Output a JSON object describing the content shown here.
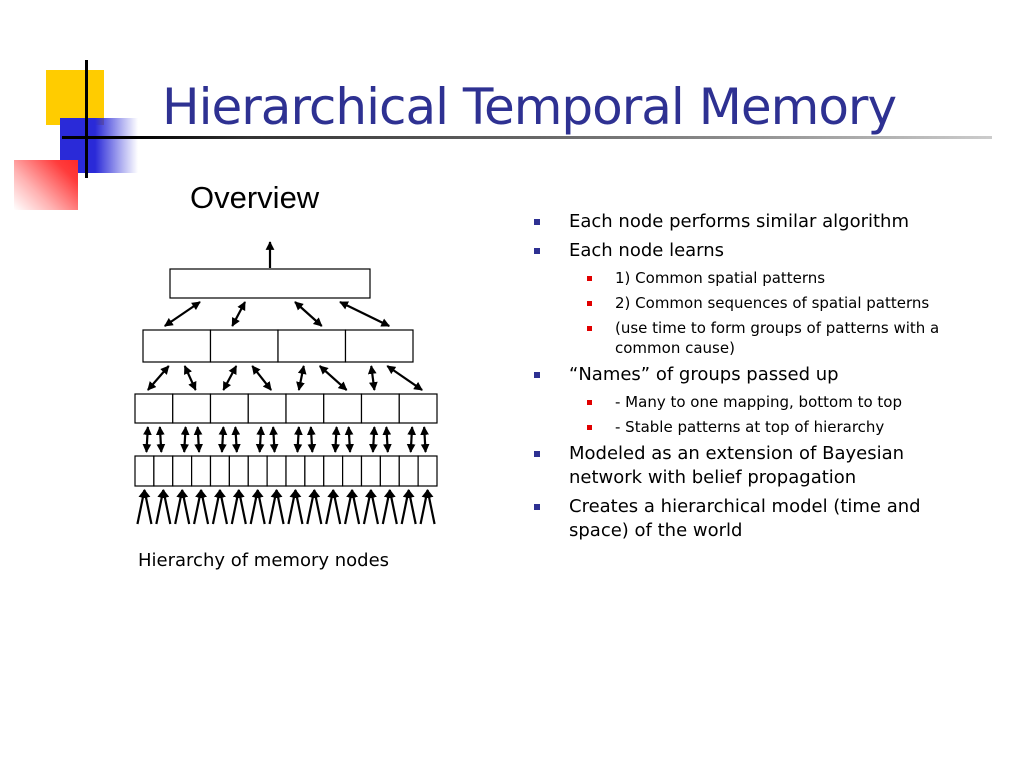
{
  "slide": {
    "title": "Hierarchical Temporal Memory",
    "subtitle": "Overview"
  },
  "figure": {
    "caption": "Hierarchy of memory nodes"
  },
  "bullets": [
    {
      "level": 1,
      "text": "Each node performs similar algorithm"
    },
    {
      "level": 1,
      "text": "Each node learns"
    },
    {
      "level": 2,
      "text": "1) Common spatial patterns"
    },
    {
      "level": 2,
      "text": "2) Common sequences of spatial patterns"
    },
    {
      "level": 2,
      "text": "(use time to form groups of patterns with a common cause)"
    },
    {
      "level": 1,
      "text": "“Names” of groups passed up"
    },
    {
      "level": 2,
      "text": "- Many to one mapping, bottom to top"
    },
    {
      "level": 2,
      "text": "- Stable patterns at top of hierarchy"
    },
    {
      "level": 1,
      "text": "Modeled as an extension of Bayesian network with belief propagation"
    },
    {
      "level": 1,
      "text": "Creates a hierarchical model (time and space) of the world"
    }
  ],
  "colors": {
    "title": "#2e3192",
    "bullet_level1": "#2e3192",
    "bullet_level2": "#e00000",
    "accent_yellow": "#ffcc00",
    "accent_blue": "#2a2ad8",
    "accent_red": "#ff2a2a"
  }
}
